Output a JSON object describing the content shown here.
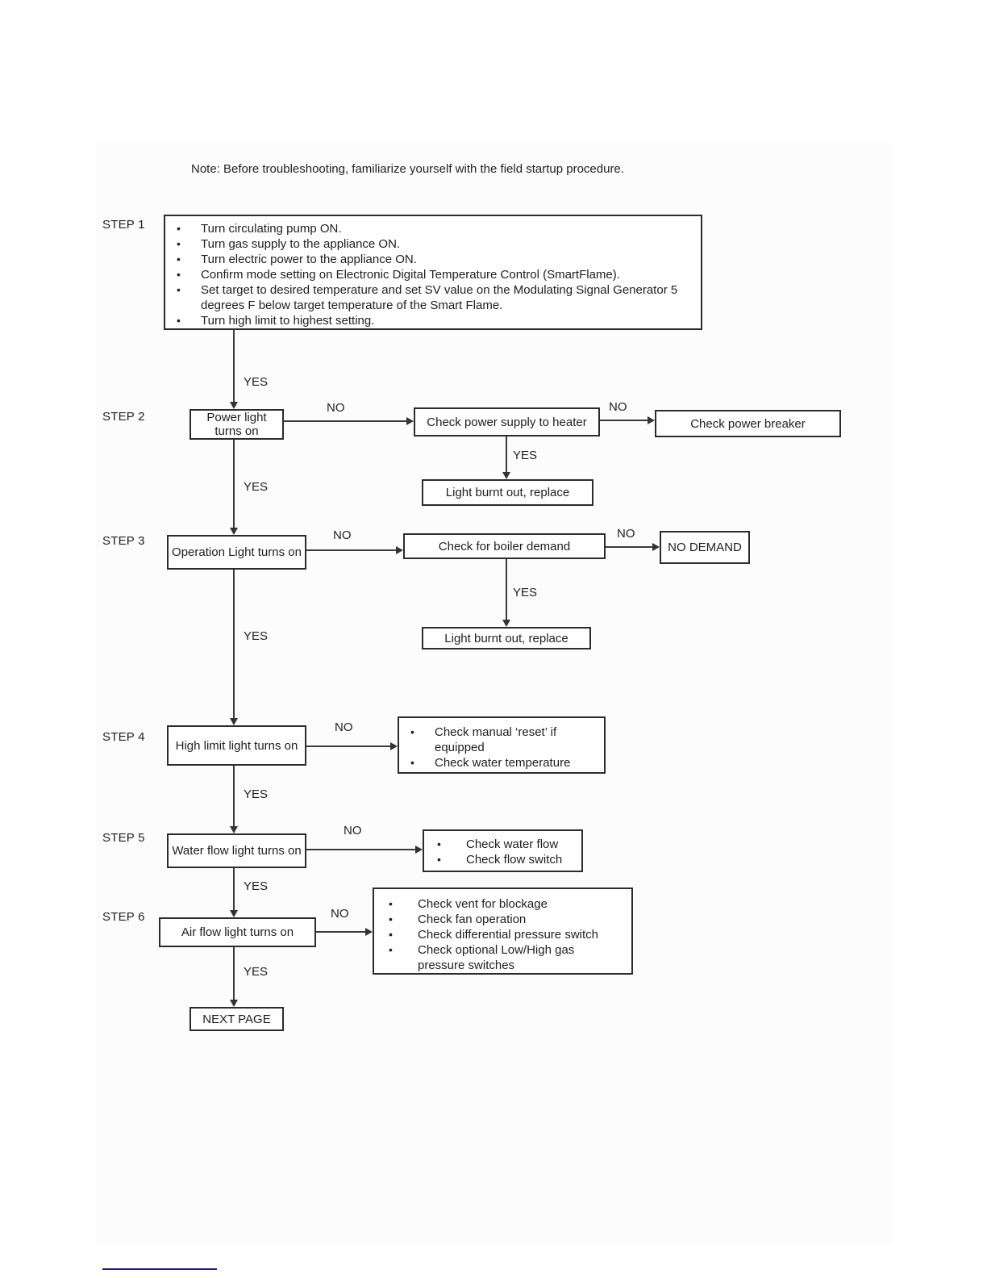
{
  "note": "Note: Before troubleshooting, familiarize yourself with the field startup procedure.",
  "labels": {
    "yes": "YES",
    "no": "NO"
  },
  "step1": {
    "label": "STEP 1",
    "items": [
      "Turn circulating pump ON.",
      "Turn gas supply to the appliance ON.",
      "Turn electric power to the appliance ON.",
      "Confirm mode setting on Electronic Digital Temperature Control (SmartFlame).",
      "Set target to desired temperature and set SV value on the Modulating Signal Generator 5 degrees F below target temperature of the Smart Flame.",
      "Turn high limit to highest setting."
    ]
  },
  "step2": {
    "label": "STEP 2",
    "condition": "Power light turns on",
    "check_supply": "Check power supply to heater",
    "check_breaker": "Check power breaker",
    "replace": "Light burnt out, replace"
  },
  "step3": {
    "label": "STEP 3",
    "condition": "Operation Light turns on",
    "check_demand": "Check for boiler demand",
    "no_demand": "NO DEMAND",
    "replace": "Light burnt out, replace"
  },
  "step4": {
    "label": "STEP 4",
    "condition": "High limit light turns on",
    "actions": [
      "Check manual ‘reset’ if equipped",
      "Check water temperature"
    ]
  },
  "step5": {
    "label": "STEP 5",
    "condition": "Water flow light turns on",
    "actions": [
      "Check water flow",
      "Check flow switch"
    ]
  },
  "step6": {
    "label": "STEP 6",
    "condition": "Air flow light turns on",
    "actions": [
      "Check vent for blockage",
      "Check fan operation",
      "Check differential pressure switch",
      "Check optional Low/High gas pressure switches"
    ]
  },
  "footer": {
    "next_page": "NEXT PAGE"
  }
}
